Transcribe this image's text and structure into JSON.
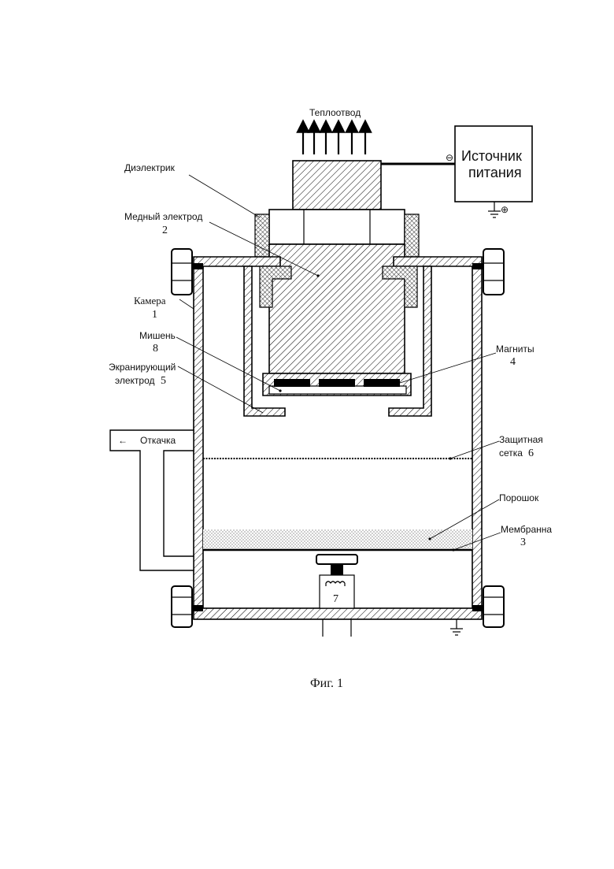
{
  "labels": {
    "heatsink": "Теплоотвод",
    "power_source_line1": "Источник",
    "power_source_line2": "питания",
    "minus_sign": "⊖",
    "plus_sign": "⊕",
    "dielectric": "Диэлектрик",
    "copper_electrode": "Медный электрод",
    "copper_electrode_num": "2",
    "chamber": "Камера",
    "chamber_num": "1",
    "target": "Мишень",
    "target_num": "8",
    "magnets": "Магниты",
    "magnets_num": "4",
    "shield_electrode_line1": "Экранирующий",
    "shield_electrode_line2": "электрод",
    "shield_electrode_num": "5",
    "pumping": "Откачка",
    "pumping_arrow": "←",
    "protective_mesh_line1": "Защитная",
    "protective_mesh_line2": "сетка",
    "protective_mesh_num": "6",
    "powder": "Порошок",
    "membrane": "Мембранна",
    "membrane_num": "3",
    "vibrator_num": "7"
  },
  "caption": "Фиг. 1",
  "colors": {
    "line": "#000000",
    "background": "#ffffff",
    "powder_dots": "#555555"
  }
}
